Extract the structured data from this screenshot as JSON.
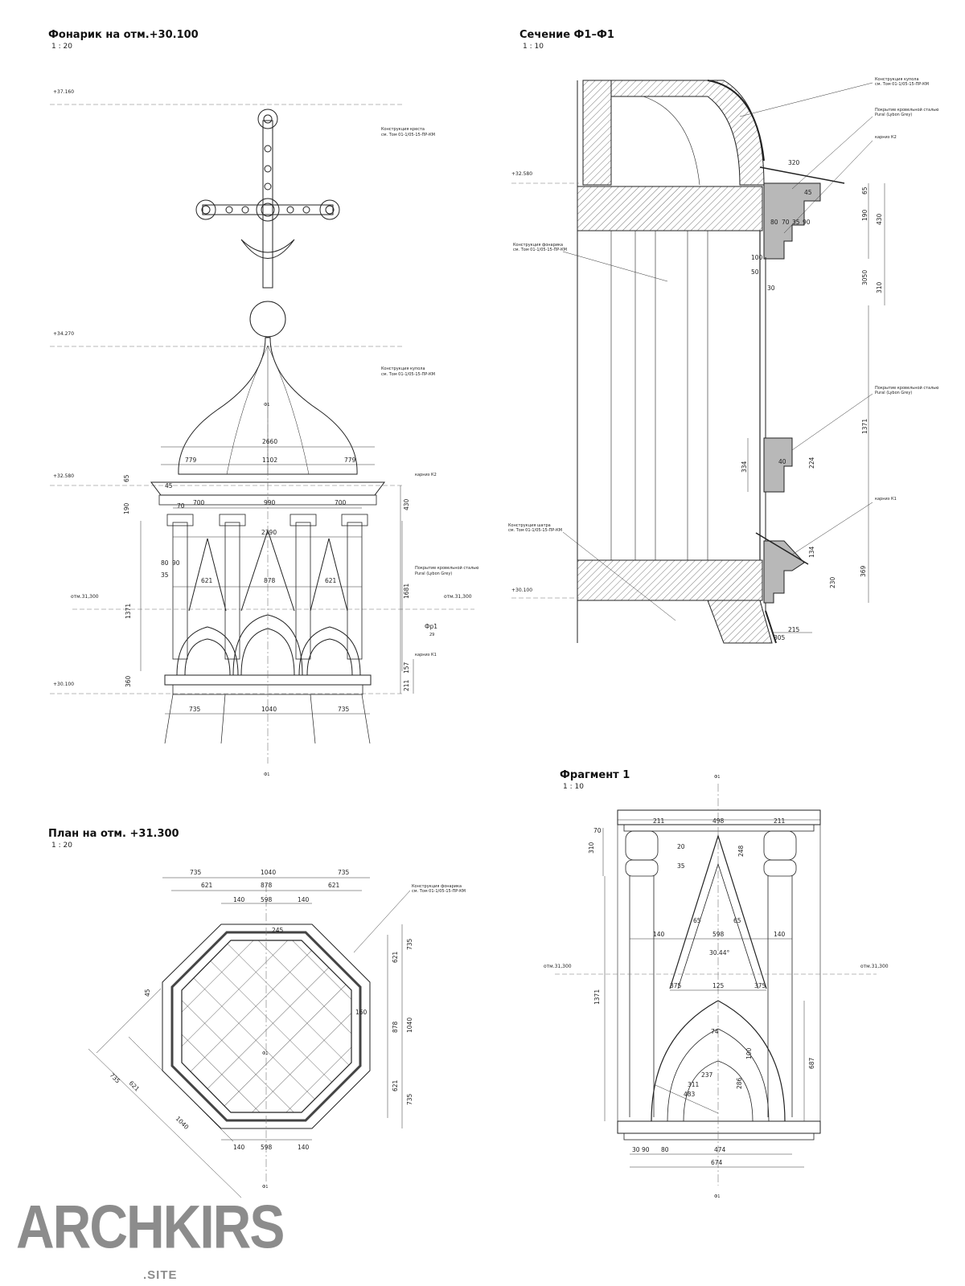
{
  "views": {
    "elevation": {
      "title": "Фонарик на отм.+30.100",
      "scale": "1 : 20"
    },
    "section": {
      "title": "Сечение Ф1–Ф1",
      "scale": "1 : 10"
    },
    "fragment": {
      "title": "Фрагмент 1",
      "scale": "1 : 10"
    },
    "plan": {
      "title": "План на отм. +31.300",
      "scale": "1 : 20"
    }
  },
  "levels": {
    "l37160": "+37.160",
    "l34270": "+34.270",
    "l32580": "+32.580",
    "l30100": "+30.100",
    "otm31300": "отм.31,300"
  },
  "notes": {
    "cross_1": "Конструкция креста",
    "cross_2": "см. Том 01-1/05-15-ПР-КМ",
    "cupola_1": "Конструкция купола",
    "cupola_2": "см. Том 01-1/05-15-ПР-КМ",
    "lantern_1": "Конструкция фонарика",
    "lantern_2": "см. Том 01-1/05-15-ПР-КМ",
    "tent_1": "Конструкция шатра",
    "tent_2": "см. Том 01-1/05-15-ПР-КМ",
    "roof_1": "Покрытие кровельной сталью",
    "roof_2": "Pural (Lybon Grey)",
    "k2": "карниз К2",
    "k1": "карниз К1",
    "fp1": "Фр1",
    "fp1_sheet": "29",
    "f1": "Ф1"
  },
  "elevation_dims": {
    "d2660": "2660",
    "d1102": "1102",
    "d779": "779",
    "d700": "700",
    "d990": "990",
    "d2390": "2390",
    "d621": "621",
    "d878": "878",
    "d735": "735",
    "d1040": "1040",
    "d1371": "1371",
    "d360": "360",
    "d1681": "1681",
    "d430": "430",
    "d211": "211",
    "d157": "157",
    "d45": "45",
    "d65": "65",
    "d190": "190",
    "d70": "70",
    "d80": "80",
    "d35": "35",
    "d90": "90"
  },
  "section_dims": {
    "d320": "320",
    "d45": "45",
    "d190": "190",
    "d430": "430",
    "d65": "65",
    "d80": "80",
    "d70": "70",
    "d35": "35",
    "d90": "90",
    "d100": "100",
    "d50": "50",
    "d30": "30",
    "d310": "310",
    "d3050": "3050",
    "d1371": "1371",
    "d334": "334",
    "d224": "224",
    "d40": "40",
    "d134": "134",
    "d230": "230",
    "d369": "369",
    "d215": "215",
    "d305": "305"
  },
  "fragment_dims": {
    "d211": "211",
    "d498": "498",
    "d310": "310",
    "d248": "248",
    "d140": "140",
    "d598": "598",
    "d65": "65",
    "angle": "30.44°",
    "d375": "375",
    "d125": "125",
    "d1371": "1371",
    "d687": "687",
    "d286": "286",
    "d237": "237",
    "d311": "311",
    "d483": "483",
    "d474": "474",
    "d674": "674",
    "d90": "90",
    "d80": "80",
    "d30": "30",
    "d70": "70",
    "d20": "20",
    "d35": "35",
    "d74": "74",
    "d100": "100"
  },
  "plan_dims": {
    "d735": "735",
    "d1040": "1040",
    "d621": "621",
    "d878": "878",
    "d140": "140",
    "d598": "598",
    "d245": "245",
    "d160": "160",
    "d45": "45"
  },
  "watermark": {
    "brand": "ARCHKIRS",
    "suffix": ".SITE"
  }
}
